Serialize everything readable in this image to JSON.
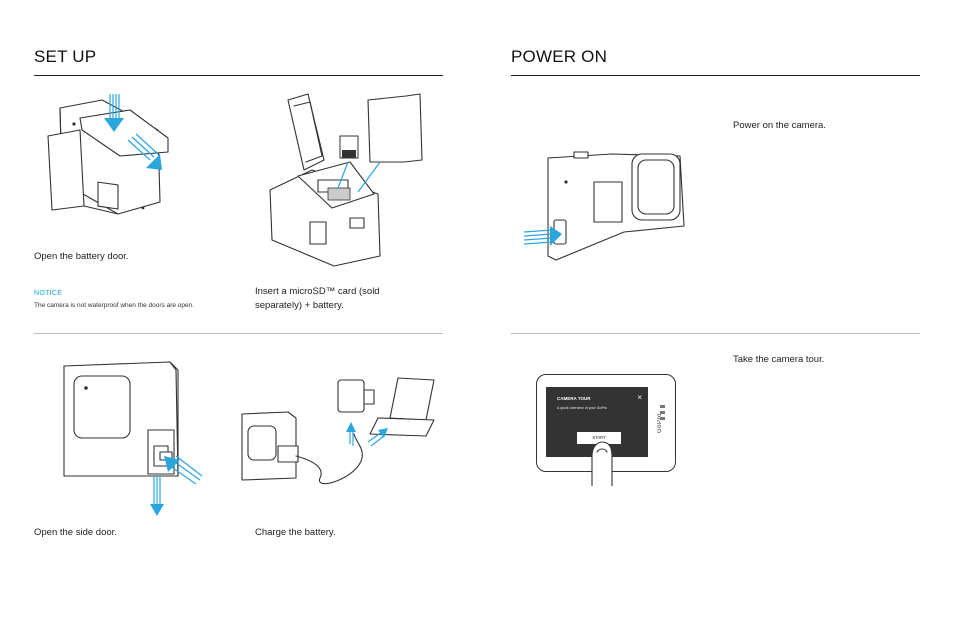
{
  "setup": {
    "title": "SET UP",
    "steps": [
      {
        "caption": "Open the battery door."
      },
      {
        "caption": "Insert a microSD™ card (sold separately) + battery."
      },
      {
        "caption": "Open the side door."
      },
      {
        "caption": "Charge the battery."
      }
    ],
    "notice": {
      "heading": "NOTICE",
      "text": "The camera is not waterproof when the doors are open."
    }
  },
  "power_on": {
    "title": "POWER ON",
    "steps": [
      {
        "caption": "Power on the camera."
      },
      {
        "caption": "Take the camera tour."
      }
    ],
    "screen": {
      "title": "CAMERA TOUR",
      "subtitle": "A quick overview of your GoPro",
      "close": "×",
      "button": "START",
      "brand": "GoPro"
    }
  },
  "colors": {
    "accent": "#1aa3dd",
    "rule": "#222222"
  }
}
